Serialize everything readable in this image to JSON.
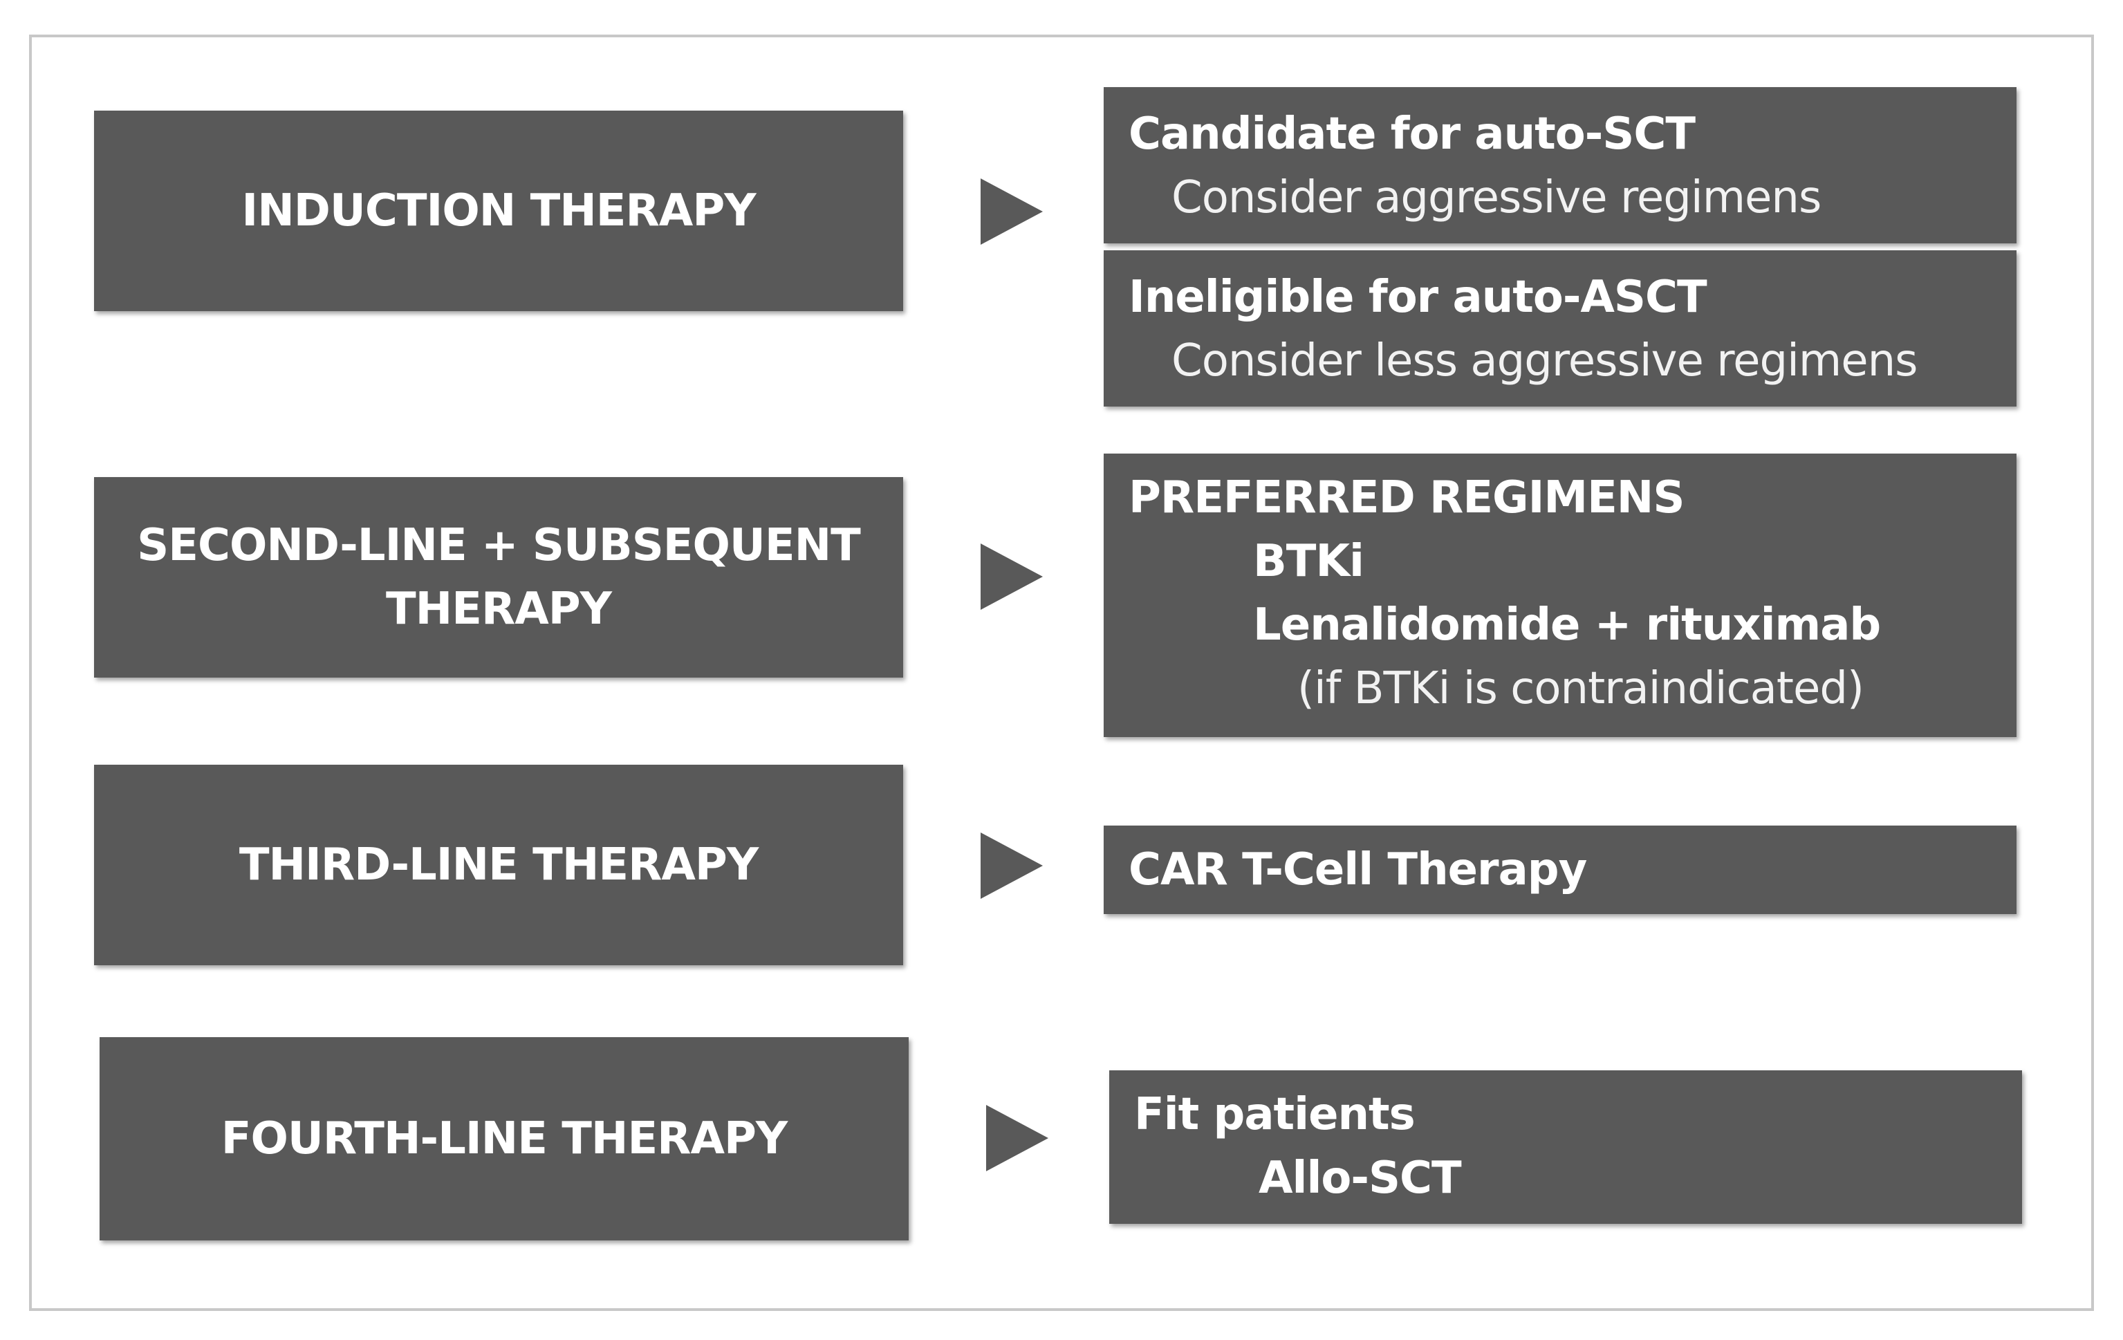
{
  "rows": [
    {
      "label": "INDUCTION THERAPY",
      "options": [
        {
          "title": "Candidate for auto-SCT",
          "detail": "Consider aggressive regimens"
        },
        {
          "title": "Ineligible for auto-ASCT",
          "detail": "Consider less aggressive regimens"
        }
      ]
    },
    {
      "label_line1": "SECOND-LINE + SUBSEQUENT",
      "label_line2": "THERAPY",
      "title": "PREFERRED REGIMENS",
      "item1": "BTKi",
      "item2": "Lenalidomide + rituximab",
      "item2_note": "(if BTKi is contraindicated)"
    },
    {
      "label": "THIRD-LINE THERAPY",
      "title": "CAR T-Cell Therapy"
    },
    {
      "label": "FOURTH-LINE THERAPY",
      "title": "Fit patients",
      "item1": "Allo-SCT"
    }
  ],
  "colors": {
    "box_fill": "#595959",
    "text": "#ffffff",
    "frame_border": "#c8c8c8"
  },
  "icons": {
    "connector": "triangle-arrow-right"
  }
}
